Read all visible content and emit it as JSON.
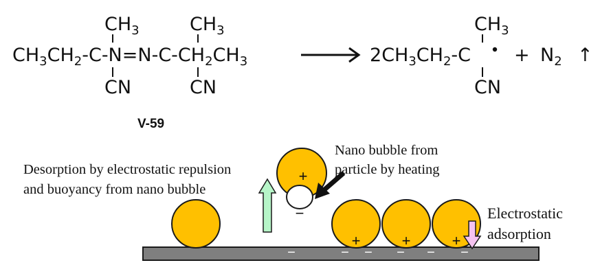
{
  "reaction": {
    "reactant": {
      "ch3_left": "CH3",
      "ch3_right": "CH3",
      "chain": "CH3CH2-C-N=N-C-CH2CH3",
      "cn_left": "CN",
      "cn_right": "CN"
    },
    "product": {
      "coefficient": "2",
      "chain": "CH3CH2-C•",
      "ch3": "CH3",
      "cn": "CN",
      "plus": "+",
      "nitrogen": "N2",
      "gas_arrow": "↑"
    },
    "compound_label": "V-59"
  },
  "annotations": {
    "nano_bubble": [
      "Nano bubble from",
      "particle by heating"
    ],
    "desorption": [
      "Desorption by electrostatic repulsion",
      "and buoyancy from nano bubble"
    ],
    "adsorption": [
      "Electrostatic",
      "adsorption"
    ]
  },
  "charges": {
    "positive": "+",
    "negative": "−"
  },
  "colors": {
    "particle_fill": "#FFC000",
    "particle_stroke": "#1a1a1a",
    "substrate_fill": "#7f7f7f",
    "buoyancy_arrow": "#B6F5C8",
    "adsorption_arrow": "#F5C3F0",
    "bubble_fill": "#ffffff"
  }
}
